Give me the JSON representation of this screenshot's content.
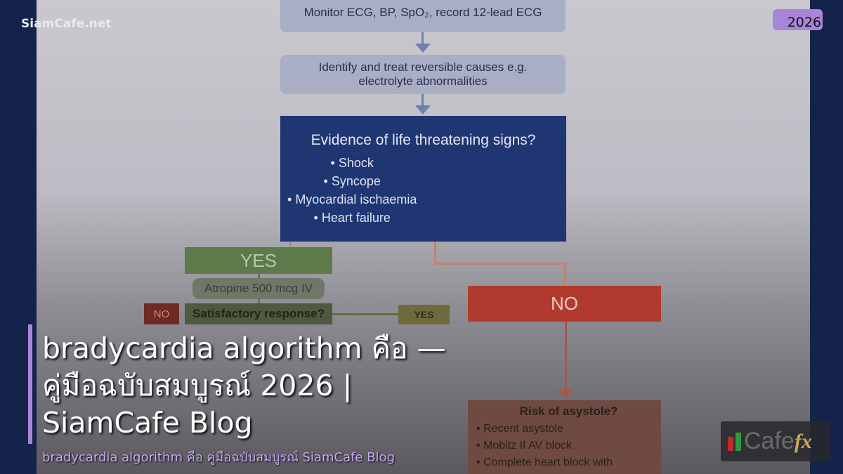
{
  "site": {
    "brand": "SiamCafe.net",
    "year_badge": "2026"
  },
  "flowchart": {
    "monitor_box": "Monitor ECG, BP, SpO₂, record 12-lead ECG",
    "causes_box": "Identify and treat reversible causes e.g. electrolyte abnormalities",
    "evidence_title": "Evidence of life threatening signs?",
    "signs": [
      "Shock",
      "Syncope",
      "Myocardial ischaemia",
      "Heart failure"
    ],
    "yes_label": "YES",
    "no_label": "NO",
    "atropine_box": "Atropine 500 mcg IV",
    "satisfactory": "Satisfactory response?",
    "yes_small": "YES",
    "no_small": "NO",
    "risk_title": "Risk of asystole?",
    "risks": [
      "Recent asystole",
      "Mobitz II AV block",
      "Complete heart block with"
    ],
    "colors": {
      "blue": "#1f3672",
      "green": "#5c7a4a",
      "red": "#b03a2e"
    }
  },
  "article": {
    "title": "bradycardia algorithm คือ — คู่มือฉบับสมบูรณ์ 2026 | SiamCafe Blog",
    "subtitle": "bradycardia algorithm คือ คู่มือฉบับสมบูรณ์ SiamCafe Blog",
    "accent": "#a885d8"
  },
  "logo": {
    "text": "Cafe",
    "suffix": "fx"
  }
}
